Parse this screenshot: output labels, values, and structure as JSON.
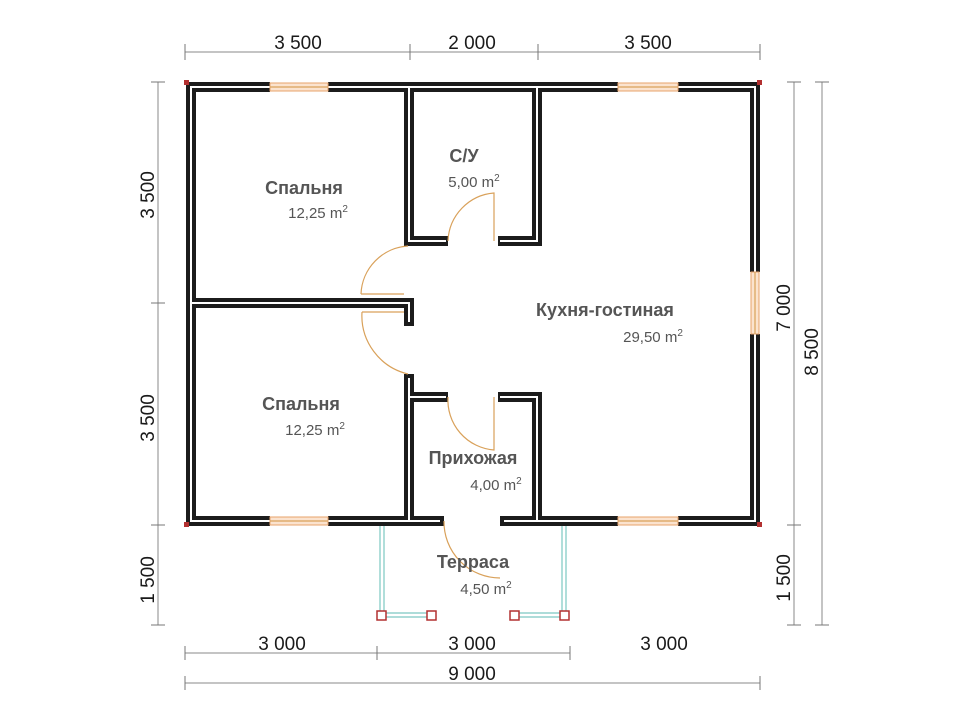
{
  "dimensions": {
    "top": [
      "3 500",
      "2 000",
      "3 500"
    ],
    "bottom": [
      "3 000",
      "3 000",
      "3 000"
    ],
    "bottom_total": "9 000",
    "left": [
      "3 500",
      "3 500",
      "1 500"
    ],
    "right_inner": [
      "7 000",
      "1 500"
    ],
    "right_total": "8 500"
  },
  "rooms": {
    "bedroom_top": {
      "name": "Спальня",
      "area": "12,25 m"
    },
    "bathroom": {
      "name": "С/У",
      "area": "5,00 m"
    },
    "kitchen": {
      "name": "Кухня-гостиная",
      "area": "29,50 m"
    },
    "bedroom_bottom": {
      "name": "Спальня",
      "area": "12,25 m"
    },
    "hall": {
      "name": "Прихожая",
      "area": "4,00 m"
    },
    "terrace": {
      "name": "Терраса",
      "area": "4,50 m"
    }
  },
  "area_unit_exponent": "2",
  "colors": {
    "wall": "#1c1c1c",
    "door": "#d9a15a",
    "window": "#e7a36b",
    "terrace_rail": "#7cc7c2",
    "post": "#b23030"
  }
}
